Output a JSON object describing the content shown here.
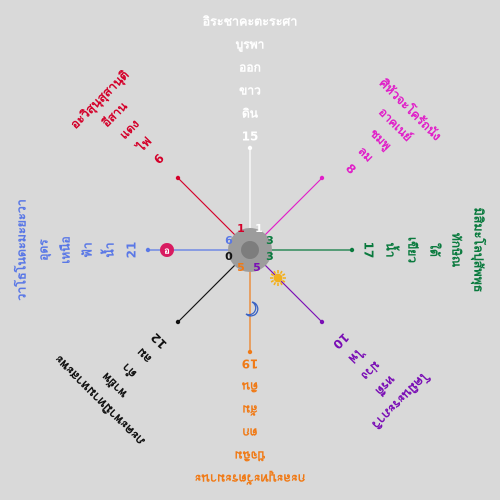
{
  "colors": {
    "background": "#d9d9d9",
    "north": "#ffffff",
    "northeast": "#e020c8",
    "east": "#0a7a3e",
    "southeast": "#7a0fb5",
    "south": "#f07a16",
    "southwest": "#111111",
    "west": "#5a78e6",
    "northwest": "#d4002a",
    "hub": "#9c9c9c",
    "hub_dark": "#7d7d7d",
    "sun": "#f2b01e",
    "moon": "#3b63c4",
    "rahu": "#d81b60"
  },
  "directions": [
    {
      "key": "north",
      "lines": [
        "อิระชาคะตะระศา",
        "บูรพา",
        "ออก",
        "ขาว",
        "ดิน",
        "15"
      ]
    },
    {
      "key": "northeast",
      "lines": [
        "ศิหัวจะโครัถนัง",
        "อาคเนย์",
        "ชมพู",
        "ลม",
        "8"
      ]
    },
    {
      "key": "east",
      "lines": [
        "มิสิมะโลปุสัพพุธ",
        "ทักษิณ",
        "ใต้",
        "เขียว",
        "น้ำ",
        "17"
      ]
    },
    {
      "key": "southeast",
      "lines": [
        "โคมินะระภาวิ",
        "หรดี",
        "ม่วง",
        "ไฟ",
        "10"
      ]
    },
    {
      "key": "south",
      "lines": [
        "กะละบูทะวัตระมานะ",
        "ปัจฉิม",
        "ตก",
        "ส้ม",
        "ดิน",
        "19"
      ]
    },
    {
      "key": "southwest",
      "lines": [
        "ภะคะพามิทามหาสะพะ",
        "พายัพ",
        "ดำ",
        "ลม",
        "12"
      ]
    },
    {
      "key": "west",
      "lines": [
        "วาโธโนดะมะยะวา",
        "อุดร",
        "เหนือ",
        "ฟ้า",
        "น้ำ",
        "21"
      ]
    },
    {
      "key": "northwest",
      "lines": [
        "อะวิสุนุสุสานุติ",
        "อีสาน",
        "แดง",
        "ไฟ",
        "6"
      ]
    }
  ],
  "hub_numbers": [
    {
      "key": "northwest",
      "value": "1"
    },
    {
      "key": "north",
      "value": "1"
    },
    {
      "key": "west",
      "value": "6"
    },
    {
      "key": "east",
      "value": "3"
    },
    {
      "key": "southwest",
      "value": "0"
    },
    {
      "key": "south",
      "value": "5"
    },
    {
      "key": "southeast",
      "value": "5"
    },
    {
      "key": "east2",
      "value": "3"
    }
  ],
  "icons": {
    "sun": "sun-icon",
    "moon": "crescent-moon-icon",
    "rahu": "rahu-badge-icon",
    "rahu_glyph": "อ"
  }
}
